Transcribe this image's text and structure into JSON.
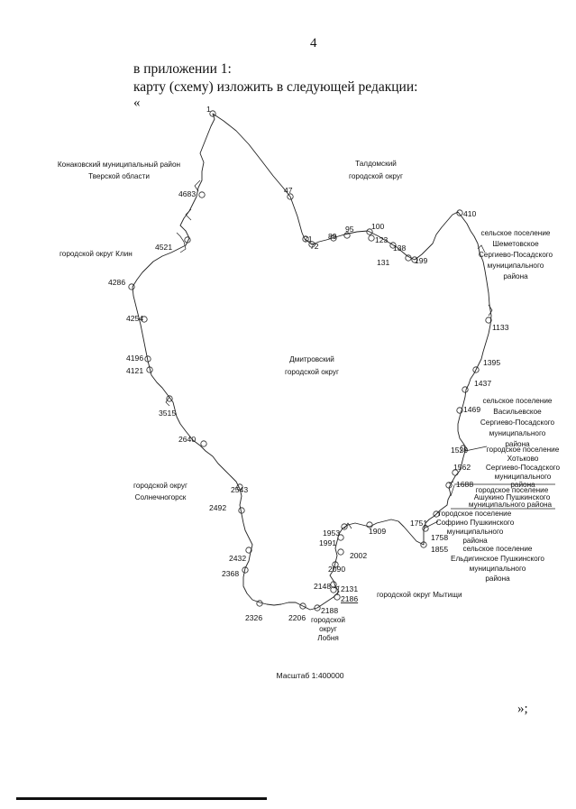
{
  "page_number": "4",
  "intro": {
    "line1": "в приложении 1:",
    "line2": "карту (схему) изложить в следующей редакции:",
    "line3": "«"
  },
  "closing": "»;",
  "map": {
    "scale": "Масштаб 1:400000",
    "center_label": [
      "Дмитровский",
      "городской округ"
    ],
    "neighbors": [
      {
        "id": "konakovo",
        "lines": [
          "Конаковский муниципальный район",
          "Тверской области"
        ]
      },
      {
        "id": "taldom",
        "lines": [
          "Талдомский",
          "городской округ"
        ]
      },
      {
        "id": "klin",
        "lines": [
          "городской округ Клин"
        ]
      },
      {
        "id": "shemetovo",
        "lines": [
          "сельское поселение",
          "Шеметовское",
          "Сергиево-Посадского",
          "муниципального",
          "района"
        ]
      },
      {
        "id": "vasilevskoe",
        "lines": [
          "сельское поселение",
          "Васильевское",
          "Сергиево-Посадского",
          "муниципального",
          "района"
        ]
      },
      {
        "id": "khotkovo",
        "lines": [
          "городское поселение",
          "Хотьково",
          "Сергиево-Посадского",
          "муниципального",
          "района"
        ]
      },
      {
        "id": "ashukino",
        "lines": [
          "городское поселение",
          "Ашукино Пушкинского",
          "муниципального района"
        ]
      },
      {
        "id": "sofrino",
        "lines": [
          "городское поселение",
          "Софрино Пушкинского",
          "муниципального",
          "района"
        ]
      },
      {
        "id": "eldigino",
        "lines": [
          "сельское поселение",
          "Ельдигинское Пушкинского",
          "муниципального",
          "района"
        ]
      },
      {
        "id": "solnechnogorsk",
        "lines": [
          "городской округ",
          "Солнечногорск"
        ]
      },
      {
        "id": "mytishchi",
        "lines": [
          "городской округ Мытищи"
        ]
      },
      {
        "id": "lobnya",
        "lines": [
          "городской",
          "округ",
          "Лобня"
        ]
      }
    ],
    "boundary_points": [
      "1",
      "47",
      "71",
      "72",
      "89",
      "95",
      "100",
      "123",
      "138",
      "131",
      "199",
      "410",
      "1133",
      "1395",
      "1437",
      "1469",
      "1529",
      "1562",
      "1688",
      "1751",
      "1758",
      "1855",
      "1909",
      "1953",
      "1991",
      "2002",
      "2090",
      "2148",
      "2131",
      "2186",
      "2188",
      "2206",
      "2326",
      "2368",
      "2432",
      "2492",
      "2543",
      "2640",
      "3515",
      "4121",
      "4196",
      "4254",
      "4286",
      "4521",
      "4683"
    ]
  }
}
